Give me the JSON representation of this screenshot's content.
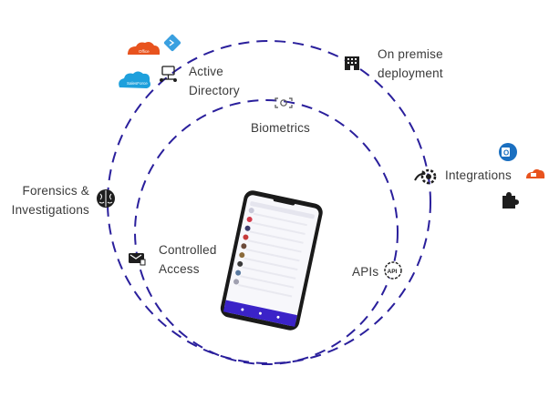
{
  "labels": {
    "active_directory": [
      "Active",
      "Directory"
    ],
    "on_premise": [
      "On premise",
      "deployment"
    ],
    "biometrics": "Biometrics",
    "integrations": "Integrations",
    "forensics": [
      "Forensics &",
      "Investigations"
    ],
    "controlled_access": [
      "Controlled",
      "Access"
    ],
    "apis": "APIs"
  },
  "logos": {
    "office365": "Office",
    "salesforce": "SalesForce",
    "outlook": "O"
  },
  "colors": {
    "ring": "#2a1f9c",
    "icon": "#1e1e1e",
    "phone_bar": "#3b23c8",
    "salesforce": "#1ea0dc",
    "office": "#e8531e",
    "outlook": "#1a6fc0",
    "azure_diamond": "#3aa0e0"
  },
  "icons": [
    "office365-cloud-icon",
    "azure-devops-icon",
    "salesforce-cloud-icon",
    "network-computer-icon",
    "building-icon",
    "face-scan-icon",
    "outlook-icon",
    "gear-arrow-icon",
    "office-cloud-icon",
    "puzzle-icon",
    "brain-icon",
    "keycard-icon",
    "api-gear-icon",
    "smartphone-icon"
  ]
}
